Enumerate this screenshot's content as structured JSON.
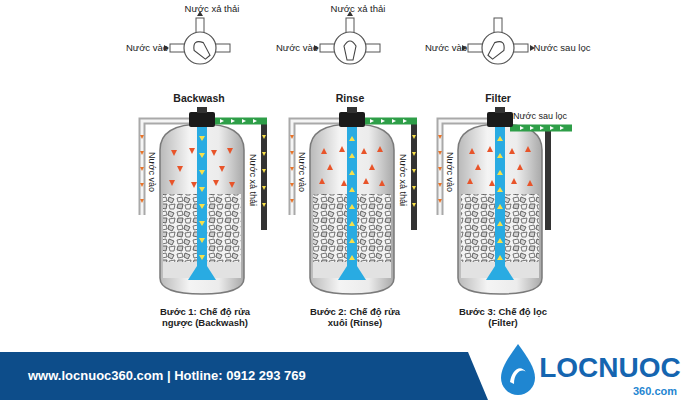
{
  "diagram": {
    "nodes": [
      {
        "text": [
          "www.locnuoc360.com | Hotline: 0912 293 769"
        ]
      }
    ],
    "labels": [
      "Nước xả thải",
      "Nước vào",
      "Backwash",
      "Nước xả thải",
      "Nước vào",
      "Rinse",
      "Nước vào",
      "Nước sau lọc",
      "Filter",
      "Nước vào",
      "Nước xả thải",
      "Bước 1: Chế độ rửa ngược (Backwash)",
      "Nước vào",
      "Nước xả thải",
      "Bước 2: Chế độ rửa xuôi (Rinse)",
      "Nước vào",
      "Nước sau lọc",
      "Bước 3: Chế độ lọc (Filter)",
      "LOCNUOC",
      "360.com"
    ]
  }
}
